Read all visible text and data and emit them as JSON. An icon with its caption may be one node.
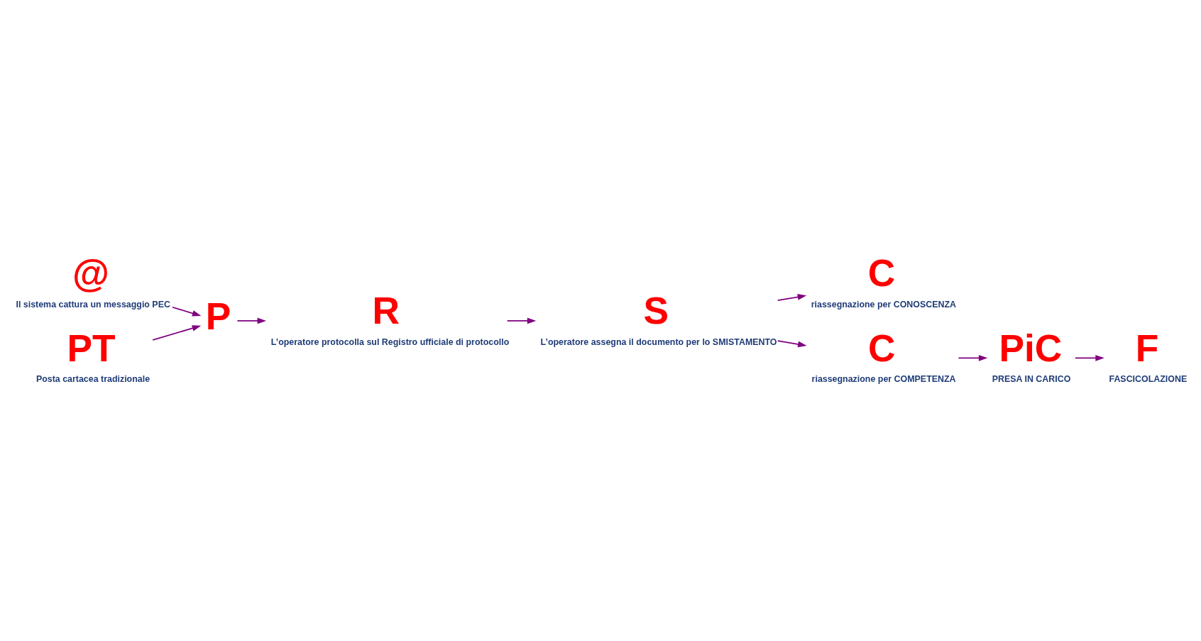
{
  "diagram": {
    "nodes": [
      {
        "text": [
          "@"
        ],
        "beside": [
          "Il sistema cattura un messaggio PEC"
        ]
      },
      {
        "text": [
          "PT"
        ],
        "beside": [
          "Posta cartacea tradizionale"
        ]
      },
      {
        "text": [
          "P"
        ]
      },
      {
        "text": [
          "R"
        ],
        "beside": [
          "L’operatore protocolla sul Registro ufficiale di protocollo"
        ]
      },
      {
        "text": [
          "S"
        ],
        "beside": [
          "L’operatore assegna il documento per lo SMISTAMENTO"
        ]
      },
      {
        "text": [
          "C"
        ],
        "beside": [
          "riassegnazione per CONOSCENZA"
        ]
      },
      {
        "text": [
          "C"
        ],
        "beside": [
          "riassegnazione per COMPETENZA"
        ]
      },
      {
        "text": [
          "PiC"
        ],
        "beside": [
          "PRESA IN CARICO"
        ]
      },
      {
        "text": [
          "F"
        ],
        "beside": [
          "FASCICOLAZIONE"
        ]
      }
    ],
    "edges": [
      {
        "from": 0,
        "to": 2,
        "arrow": "to"
      },
      {
        "from": 1,
        "to": 2,
        "arrow": "to"
      },
      {
        "from": 2,
        "to": 3,
        "arrow": "to"
      },
      {
        "from": 3,
        "to": 4,
        "arrow": "to"
      },
      {
        "from": 4,
        "to": 5,
        "arrow": "to"
      },
      {
        "from": 4,
        "to": 6,
        "arrow": "to"
      },
      {
        "from": 6,
        "to": 7,
        "arrow": "to"
      },
      {
        "from": 7,
        "to": 8,
        "arrow": "to"
      }
    ]
  }
}
